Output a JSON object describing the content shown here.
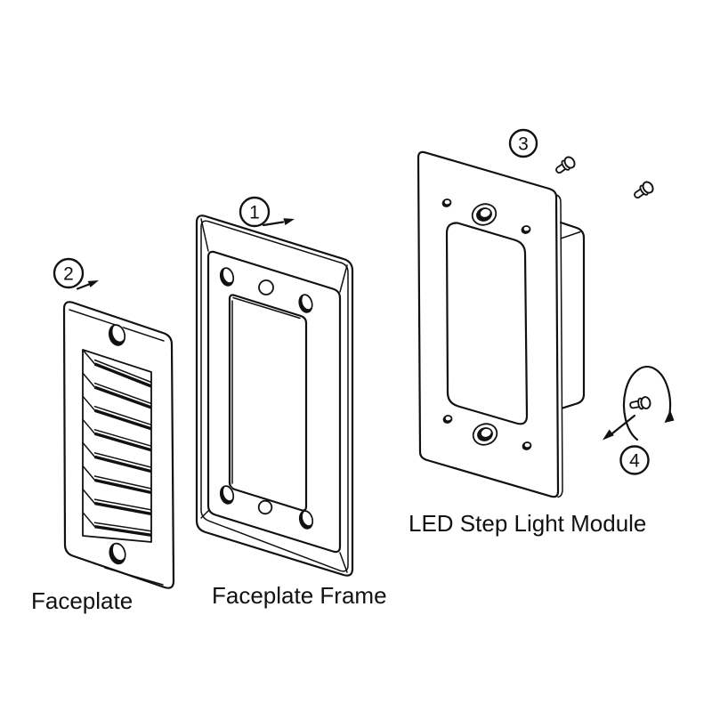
{
  "diagram": {
    "background_color": "#ffffff",
    "line_color": "#111111",
    "captions": {
      "faceplate": "Faceplate",
      "faceplate_frame": "Faceplate Frame",
      "led_module": "LED Step Light Module"
    },
    "steps": {
      "step1": "1",
      "step2": "2",
      "step3": "3",
      "step4": "4"
    }
  }
}
